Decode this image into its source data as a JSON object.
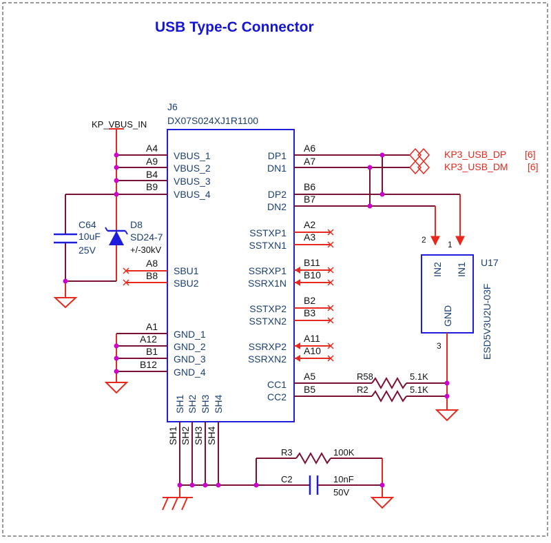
{
  "title": "USB Type-C Connector",
  "colors": {
    "wire": "#e8281c",
    "bus": "#7a1030",
    "junction": "#cc00cc",
    "body": "#1d1ddb",
    "text": "#1a3f73",
    "net_label": "#e8281c",
    "title": "#1515d6"
  },
  "connector": {
    "ref": "J6",
    "part": "DX07S024XJ1R1100",
    "left_pins": [
      {
        "num": "A4",
        "name": "VBUS_1"
      },
      {
        "num": "A9",
        "name": "VBUS_2"
      },
      {
        "num": "B4",
        "name": "VBUS_3"
      },
      {
        "num": "B9",
        "name": "VBUS_4"
      },
      {
        "num": "A8",
        "name": "SBU1"
      },
      {
        "num": "B8",
        "name": "SBU2"
      },
      {
        "num": "A1",
        "name": "GND_1"
      },
      {
        "num": "A12",
        "name": "GND_2"
      },
      {
        "num": "B1",
        "name": "GND_3"
      },
      {
        "num": "B12",
        "name": "GND_4"
      }
    ],
    "right_pins": [
      {
        "num": "A6",
        "name": "DP1"
      },
      {
        "num": "A7",
        "name": "DN1"
      },
      {
        "num": "B6",
        "name": "DP2"
      },
      {
        "num": "B7",
        "name": "DN2"
      },
      {
        "num": "A2",
        "name": "SSTXP1"
      },
      {
        "num": "A3",
        "name": "SSTXN1"
      },
      {
        "num": "B11",
        "name": "SSRXP1"
      },
      {
        "num": "B10",
        "name": "SSRX1N"
      },
      {
        "num": "B2",
        "name": "SSTXP2"
      },
      {
        "num": "B3",
        "name": "SSTXN2"
      },
      {
        "num": "A11",
        "name": "SSRXP2"
      },
      {
        "num": "A10",
        "name": "SSRXN2"
      },
      {
        "num": "A5",
        "name": "CC1"
      },
      {
        "num": "B5",
        "name": "CC2"
      }
    ],
    "bottom_pins": [
      "SH1",
      "SH2",
      "SH3",
      "SH4"
    ]
  },
  "nets": {
    "vbus": "KP_VBUS_IN",
    "dp": "KP3_USB_DP",
    "dp_ref": "[6]",
    "dm": "KP3_USB_DM",
    "dm_ref": "[6]"
  },
  "components": {
    "c64": {
      "ref": "C64",
      "value": "10uF",
      "voltage": "25V"
    },
    "d8": {
      "ref": "D8",
      "part": "SD24-7",
      "rating": "+/-30kV"
    },
    "r58": {
      "ref": "R58",
      "value": "5.1K"
    },
    "r2": {
      "ref": "R2",
      "value": "5.1K"
    },
    "r3": {
      "ref": "R3",
      "value": "100K"
    },
    "c2": {
      "ref": "C2",
      "value": "10nF",
      "voltage": "50V"
    },
    "u17": {
      "ref": "U17",
      "part": "ESD5V3U2U-03F",
      "pins": [
        {
          "num": "2",
          "name": "IN2"
        },
        {
          "num": "1",
          "name": "IN1"
        },
        {
          "num": "3",
          "name": "GND"
        }
      ]
    }
  }
}
